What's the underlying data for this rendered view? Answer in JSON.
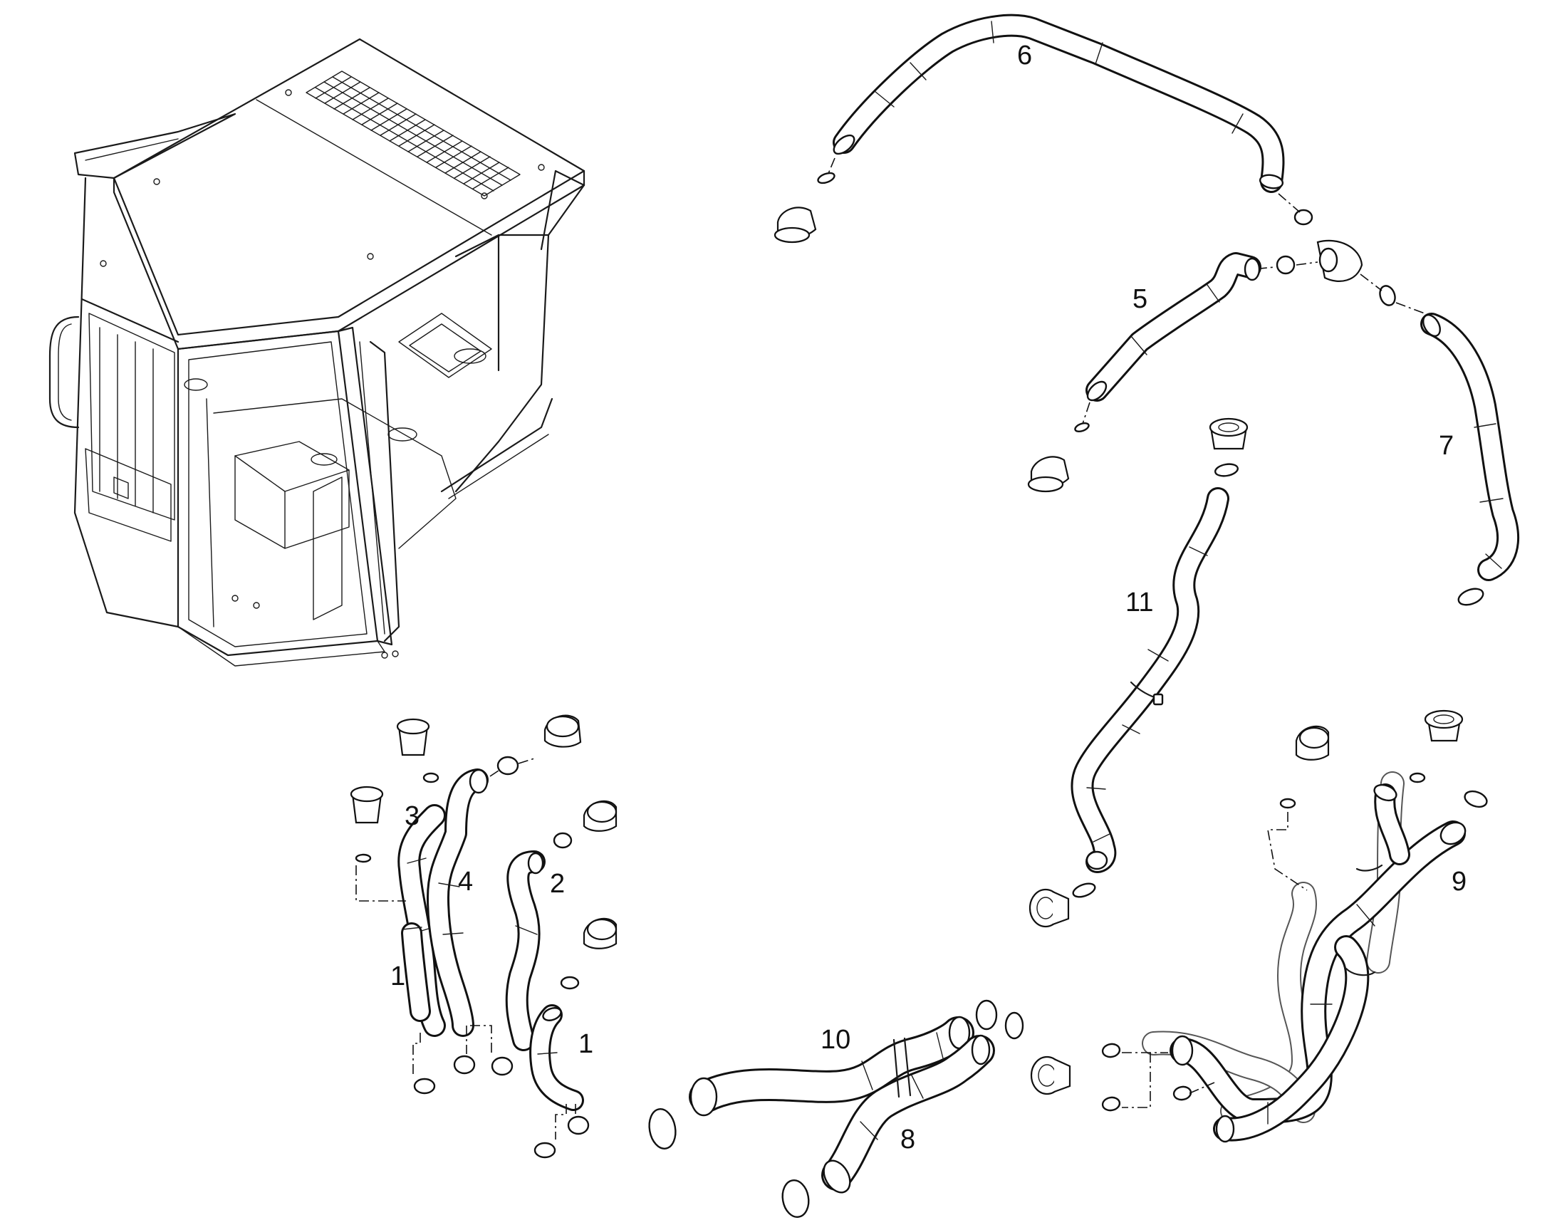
{
  "diagram": {
    "callouts": [
      {
        "id": "c1a",
        "text": "1"
      },
      {
        "id": "c1b",
        "text": "1"
      },
      {
        "id": "c2",
        "text": "2"
      },
      {
        "id": "c3",
        "text": "3"
      },
      {
        "id": "c4",
        "text": "4"
      },
      {
        "id": "c5",
        "text": "5"
      },
      {
        "id": "c6",
        "text": "6"
      },
      {
        "id": "c7",
        "text": "7"
      },
      {
        "id": "c8",
        "text": "8"
      },
      {
        "id": "c9",
        "text": "9"
      },
      {
        "id": "c10",
        "text": "10"
      },
      {
        "id": "c11",
        "text": "11"
      }
    ]
  }
}
